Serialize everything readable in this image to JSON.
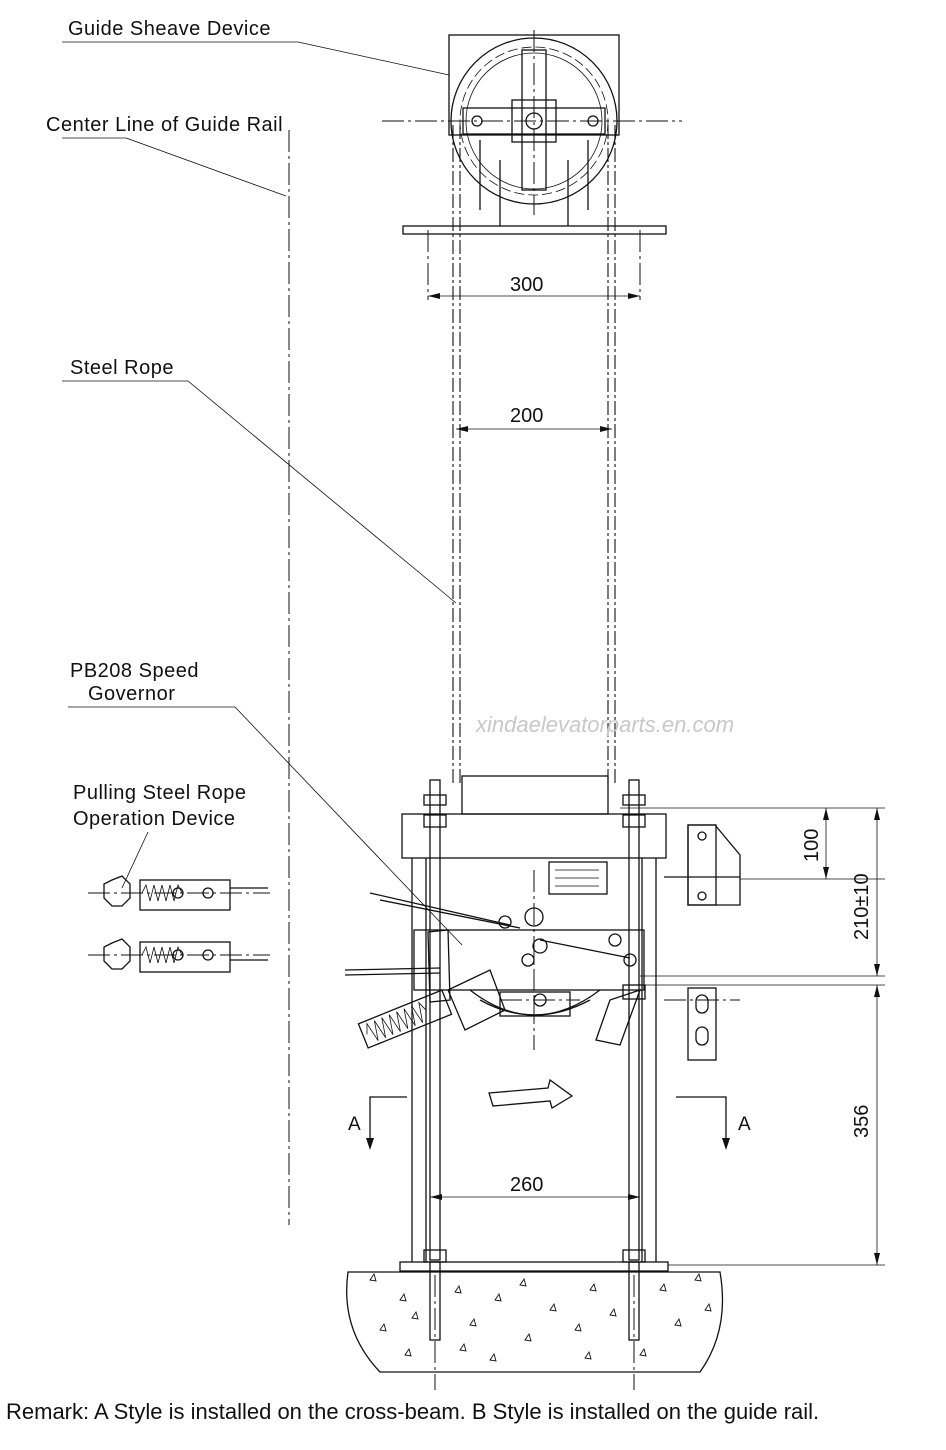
{
  "labels": {
    "guide_sheave": "Guide Sheave Device",
    "center_line": "Center Line of Guide Rail",
    "steel_rope": "Steel Rope",
    "governor_line1": "PB208 Speed",
    "governor_line2": "Governor",
    "pulling_line1": "Pulling Steel Rope",
    "pulling_line2": "Operation Device"
  },
  "dimensions": {
    "d300": "300",
    "d200": "200",
    "d100": "100",
    "d210": "210±10",
    "d356": "356",
    "d260": "260"
  },
  "section_marks": {
    "left": "A",
    "right": "A"
  },
  "watermark": "xindaelevatorparts.en.com",
  "remark": "Remark: A Style is installed on the cross-beam.  B Style is installed on the guide rail."
}
